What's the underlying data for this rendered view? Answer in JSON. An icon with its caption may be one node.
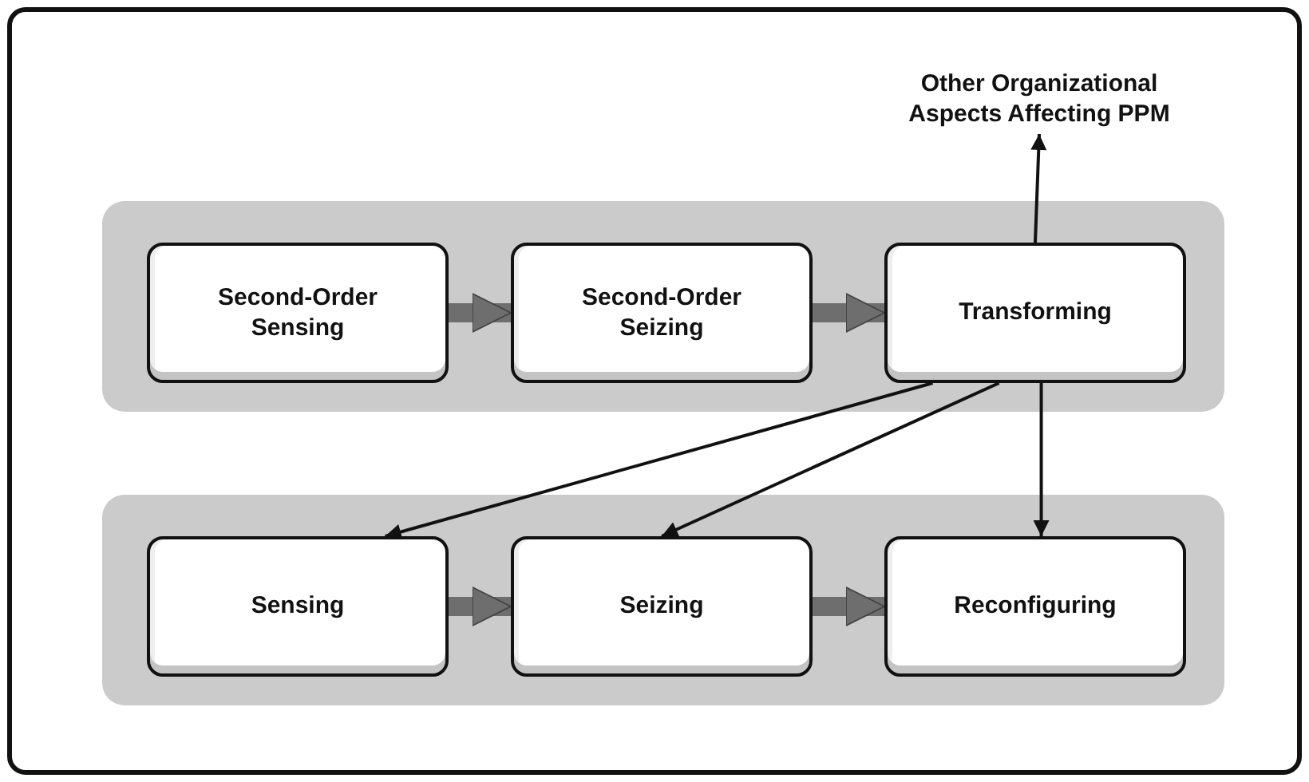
{
  "diagram": {
    "nodes": [
      {
        "text": [
          "Other Organizational Aspects Affecting PPM"
        ]
      },
      {
        "text": [],
        "shape": "box"
      },
      {
        "text": [
          "Second-Order Sensing"
        ],
        "in": 1
      },
      {
        "text": [
          "Second-Order Seizing"
        ],
        "in": 1
      },
      {
        "text": [
          "Transforming"
        ],
        "in": 1
      },
      {
        "text": [],
        "shape": "box"
      },
      {
        "text": [
          "Sensing"
        ],
        "in": 5
      },
      {
        "text": [
          "Seizing"
        ],
        "in": 5
      },
      {
        "text": [
          "Reconfiguring"
        ],
        "in": 5
      }
    ],
    "edges": [
      {
        "from": 2,
        "to": 3,
        "arrow": "to",
        "style": "thick",
        "color": "#6e6e6e"
      },
      {
        "from": 3,
        "to": 4,
        "arrow": "to",
        "style": "thick",
        "color": "#6e6e6e"
      },
      {
        "from": 4,
        "to": 0,
        "arrow": "to",
        "color": "#111111"
      },
      {
        "from": 4,
        "to": 6,
        "arrow": "to",
        "color": "#111111"
      },
      {
        "from": 4,
        "to": 7,
        "arrow": "to",
        "color": "#111111"
      },
      {
        "from": 4,
        "to": 8,
        "arrow": "to",
        "color": "#111111"
      },
      {
        "from": 6,
        "to": 7,
        "arrow": "to",
        "style": "thick",
        "color": "#6e6e6e"
      },
      {
        "from": 7,
        "to": 8,
        "arrow": "to",
        "style": "thick",
        "color": "#6e6e6e"
      }
    ]
  }
}
